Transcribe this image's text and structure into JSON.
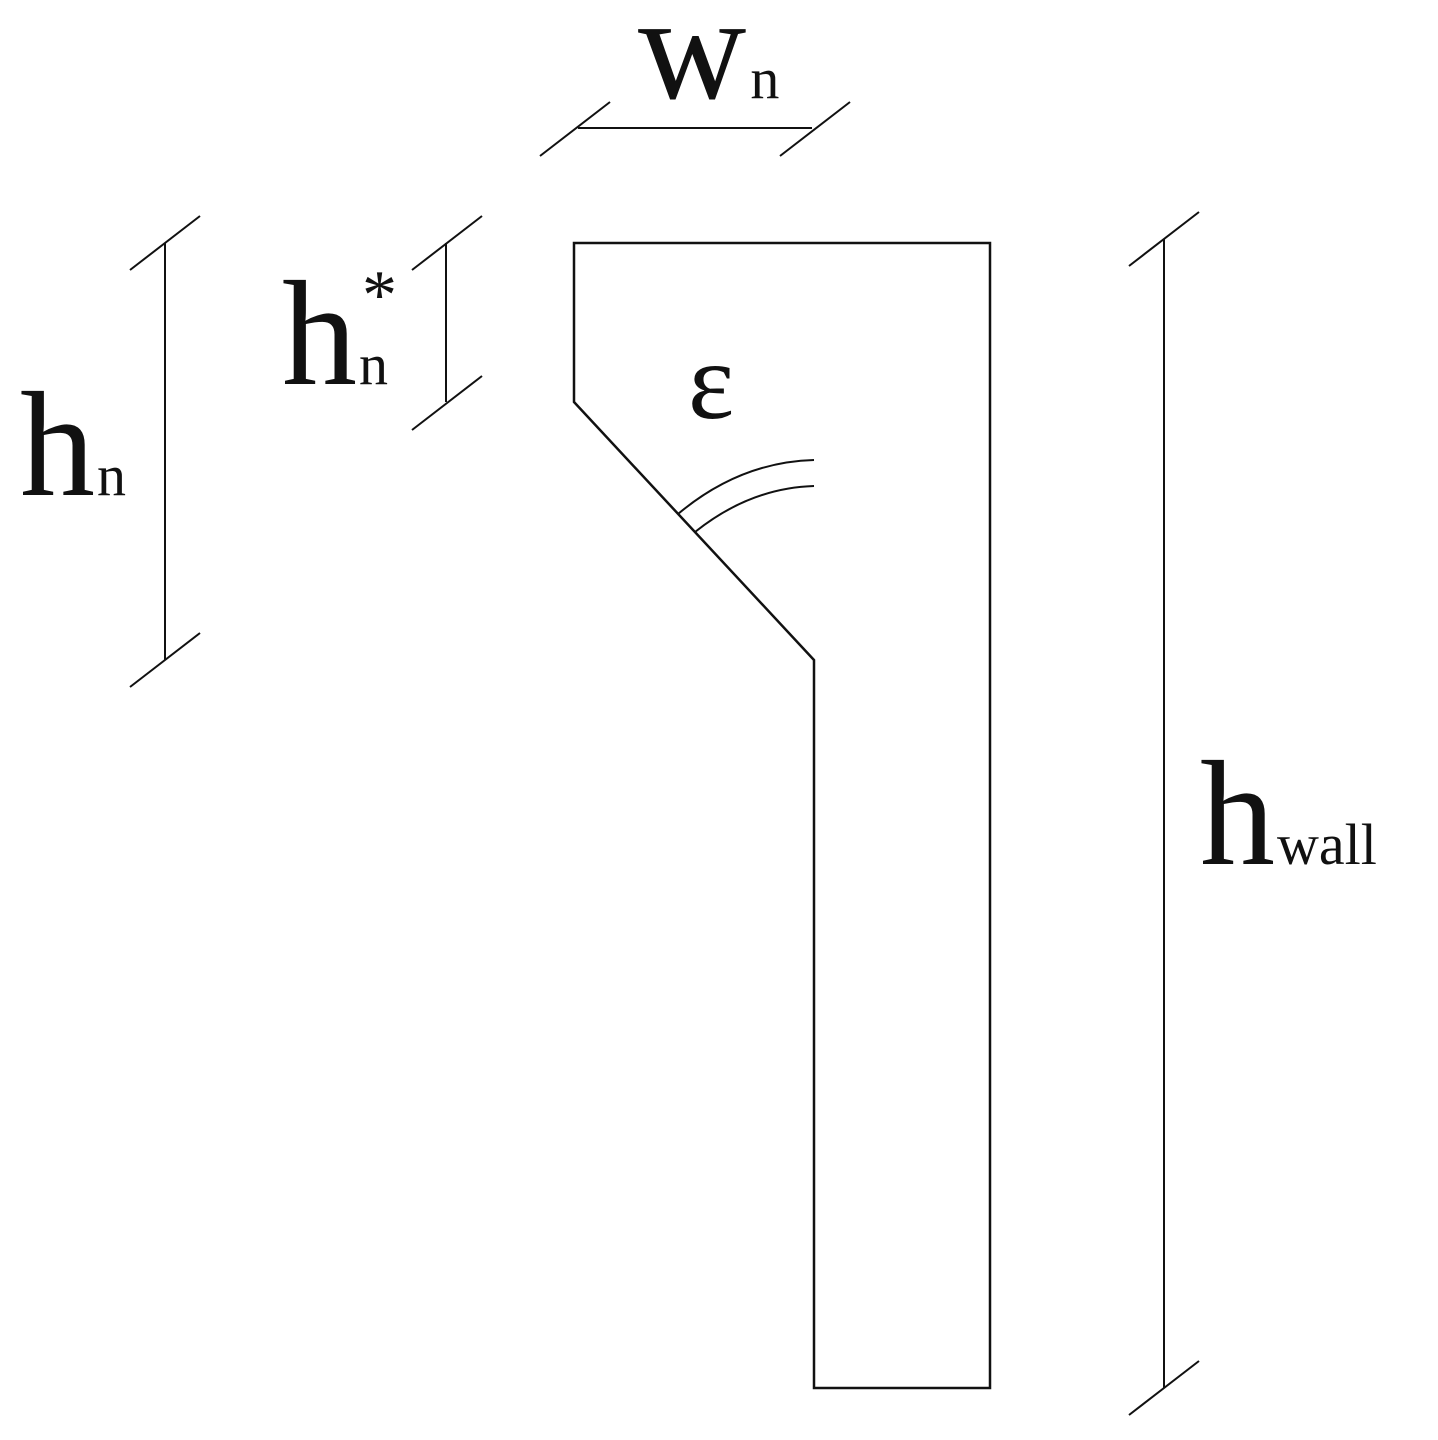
{
  "labels": {
    "wn": {
      "base": "w",
      "sub": "n"
    },
    "hn_star": {
      "base": "h",
      "sub": "n",
      "sup": "*"
    },
    "hn": {
      "base": "h",
      "sub": "n"
    },
    "hwall": {
      "base": "h",
      "sub": "wall"
    },
    "epsilon": "ε"
  },
  "colors": {
    "stroke": "#111111",
    "background": "#ffffff"
  }
}
